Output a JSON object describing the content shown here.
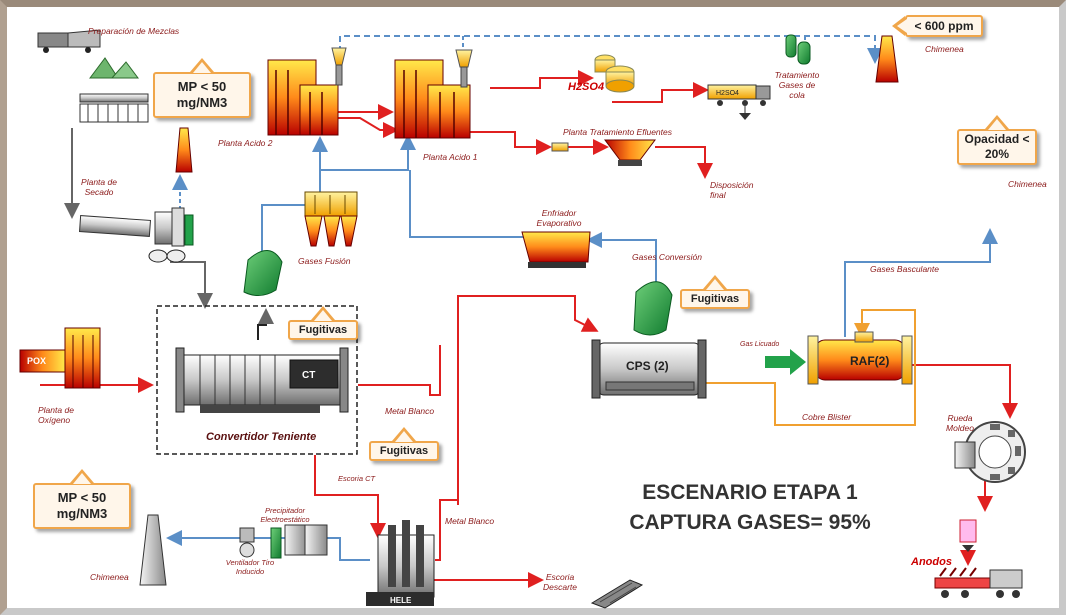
{
  "scenario": {
    "line1": "ESCENARIO ETAPA 1",
    "line2": "CAPTURA GASES= 95%"
  },
  "bubbles": {
    "mp_top": "MP < 50 mg/NM3",
    "mp_bottom": "MP < 50 mg/NM3",
    "ppm": "< 600 ppm",
    "opacidad": "Opacidad < 20%",
    "fugitivas_1": "Fugitivas",
    "fugitivas_2": "Fugitivas",
    "fugitivas_3": "Fugitivas"
  },
  "labels": {
    "preparacion": "Preparación de Mezclas",
    "planta_secado": "Planta de Secado",
    "planta_acido_2": "Planta Acido  2",
    "planta_acido_1": "Planta Acido  1",
    "h2so4": "H2SO4",
    "h2so4_tank": "H2SO4",
    "tratamiento_gases": "Tratamiento Gases de cola",
    "chimenea_top": "Chimenea",
    "chimenea_right": "Chimenea",
    "chimenea_bottom": "Chimenea",
    "planta_efluentes": "Planta Tratamiento Efluentes",
    "disposicion": "Disposición final",
    "gases_fusion": "Gases Fusión",
    "enfriador": "Enfriador Evaporativo",
    "gases_conversion": "Gases Conversión",
    "gases_basculante": "Gases Basculante",
    "gas_licuado": "Gas Licuado",
    "pox": "POX",
    "planta_oxigeno": "Planta de Oxígeno",
    "ct": "CT",
    "convertidor": "Convertidor Teniente",
    "metal_blanco_1": "Metal Blanco",
    "metal_blanco_2": "Metal Blanco",
    "escoria_ct": "Escoria CT",
    "cps": "CPS (2)",
    "raf": "RAF(2)",
    "cobre_blister": "Cobre Blister",
    "rueda_moldeo": "Rueda Moldeo",
    "anodos": "Anodos",
    "precipitador": "Precipitador Electroestático",
    "ventilador": "Ventilador Tiro Inducido",
    "hele": "HELE",
    "escoria_descarte": "Escoria Descarte"
  },
  "colors": {
    "gas_line": "#5b8fc7",
    "metal_line": "#e02020",
    "blister_line": "#f0a030",
    "bubble_border": "#f0a64a",
    "equipment_green": "#22a24a",
    "label_text": "#8b1a1a"
  }
}
